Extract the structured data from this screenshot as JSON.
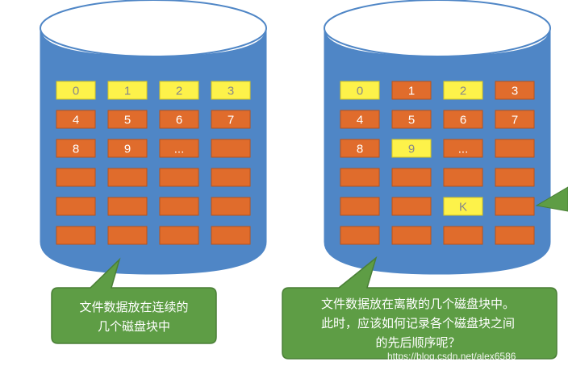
{
  "colors": {
    "disk_body": "#4f86c6",
    "disk_top": "#ffffff",
    "disk_outline": "#4f86c6",
    "block_orange": "#e06c2c",
    "block_orange_border": "#b8531c",
    "block_yellow": "#fdf24a",
    "block_yellow_border": "#d8c520",
    "label_on_orange": "#ffffff",
    "label_on_yellow": "#888888",
    "callout_fill": "#5e9d45",
    "callout_border": "#4a7f36"
  },
  "left_disk": {
    "blocks": [
      [
        {
          "label": "0",
          "color": "yellow"
        },
        {
          "label": "1",
          "color": "yellow"
        },
        {
          "label": "2",
          "color": "yellow"
        },
        {
          "label": "3",
          "color": "yellow"
        }
      ],
      [
        {
          "label": "4",
          "color": "orange"
        },
        {
          "label": "5",
          "color": "orange"
        },
        {
          "label": "6",
          "color": "orange"
        },
        {
          "label": "7",
          "color": "orange"
        }
      ],
      [
        {
          "label": "8",
          "color": "orange"
        },
        {
          "label": "9",
          "color": "orange"
        },
        {
          "label": "...",
          "color": "orange"
        },
        {
          "label": "",
          "color": "orange"
        }
      ],
      [
        {
          "label": "",
          "color": "orange"
        },
        {
          "label": "",
          "color": "orange"
        },
        {
          "label": "",
          "color": "orange"
        },
        {
          "label": "",
          "color": "orange"
        }
      ],
      [
        {
          "label": "",
          "color": "orange"
        },
        {
          "label": "",
          "color": "orange"
        },
        {
          "label": "",
          "color": "orange"
        },
        {
          "label": "",
          "color": "orange"
        }
      ],
      [
        {
          "label": "",
          "color": "orange"
        },
        {
          "label": "",
          "color": "orange"
        },
        {
          "label": "",
          "color": "orange"
        },
        {
          "label": "",
          "color": "orange"
        }
      ]
    ],
    "callout": {
      "lines": [
        "文件数据放在连续的",
        "几个磁盘块中"
      ]
    }
  },
  "right_disk": {
    "blocks": [
      [
        {
          "label": "0",
          "color": "yellow"
        },
        {
          "label": "1",
          "color": "orange"
        },
        {
          "label": "2",
          "color": "yellow"
        },
        {
          "label": "3",
          "color": "orange"
        }
      ],
      [
        {
          "label": "4",
          "color": "orange"
        },
        {
          "label": "5",
          "color": "orange"
        },
        {
          "label": "6",
          "color": "orange"
        },
        {
          "label": "7",
          "color": "orange"
        }
      ],
      [
        {
          "label": "8",
          "color": "orange"
        },
        {
          "label": "9",
          "color": "yellow"
        },
        {
          "label": "...",
          "color": "orange"
        },
        {
          "label": "",
          "color": "orange"
        }
      ],
      [
        {
          "label": "",
          "color": "orange"
        },
        {
          "label": "",
          "color": "orange"
        },
        {
          "label": "",
          "color": "orange"
        },
        {
          "label": "",
          "color": "orange"
        }
      ],
      [
        {
          "label": "",
          "color": "orange"
        },
        {
          "label": "",
          "color": "orange"
        },
        {
          "label": "K",
          "color": "yellow"
        },
        {
          "label": "",
          "color": "orange"
        }
      ],
      [
        {
          "label": "",
          "color": "orange"
        },
        {
          "label": "",
          "color": "orange"
        },
        {
          "label": "",
          "color": "orange"
        },
        {
          "label": "",
          "color": "orange"
        }
      ]
    ],
    "callout": {
      "lines": [
        "文件数据放在离散的几个磁盘块中。",
        "此时，应该如何记录各个磁盘块之间",
        "的先后顺序呢？"
      ]
    }
  },
  "watermark": "https://blog.csdn.net/alex6586"
}
